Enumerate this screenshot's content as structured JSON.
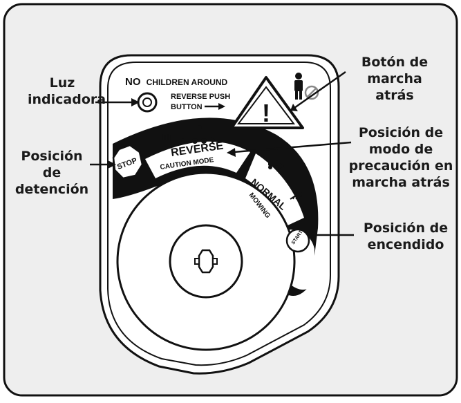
{
  "callouts": {
    "indicator_light": "Luz\nindicadora",
    "stop_position": "Posición\nde\ndetención",
    "reverse_button": "Botón de\nmarcha\natrás",
    "reverse_caution_position": "Posición de\nmodo de\nprecaución en\nmarcha atrás",
    "start_position": "Posición de\nencendido"
  },
  "panel": {
    "no_children_prefix": "NO",
    "no_children_rest": "CHILDREN AROUND",
    "reverse_push_line1": "REVERSE PUSH",
    "reverse_push_line2": "BUTTON",
    "warning_symbol": "!",
    "reverse_label": "REVERSE",
    "caution_mode_label": "CAUTION MODE",
    "normal_label": "NORMAL",
    "mowing_label": "MOWING",
    "stop_label": "STOP",
    "start_label": "START"
  },
  "icons": {
    "person": "person-icon",
    "no_children": "no-children-icon",
    "mower": "lawn-mower-icon",
    "grass": "grass-icon"
  }
}
